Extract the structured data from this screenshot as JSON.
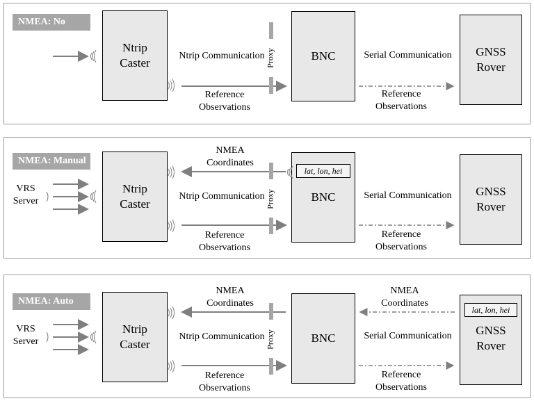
{
  "panels": [
    {
      "mode_label": "NMEA: No",
      "caster_label": "Ntrip\nCaster",
      "bnc_label": "BNC",
      "rover_label": "GNSS\nRover",
      "ntrip_comm": "Ntrip Communication",
      "serial_comm": "Serial Communication",
      "ref_obs_left": "Reference\nObservations",
      "ref_obs_right": "Reference\nObservations",
      "proxy": "Proxy"
    },
    {
      "mode_label": "NMEA: Manual",
      "caster_label": "Ntrip\nCaster",
      "bnc_label": "BNC",
      "rover_label": "GNSS\nRover",
      "ntrip_comm": "Ntrip Communication",
      "serial_comm": "Serial Communication",
      "ref_obs_left": "Reference\nObservations",
      "ref_obs_right": "Reference\nObservations",
      "nmea_left": "NMEA\nCoordinates",
      "vrs_server": "VRS\nServer",
      "bnc_position": "lat, lon, hei",
      "proxy": "Proxy"
    },
    {
      "mode_label": "NMEA: Auto",
      "caster_label": "Ntrip\nCaster",
      "bnc_label": "BNC",
      "rover_label": "GNSS\nRover",
      "ntrip_comm": "Ntrip Communication",
      "serial_comm": "Serial Communication",
      "ref_obs_left": "Reference\nObservations",
      "ref_obs_right": "Reference\nObservations",
      "nmea_left": "NMEA\nCoordinates",
      "nmea_right": "NMEA\nCoordinates",
      "vrs_server": "VRS\nServer",
      "rover_position": "lat, lon, hei",
      "proxy": "Proxy"
    }
  ]
}
